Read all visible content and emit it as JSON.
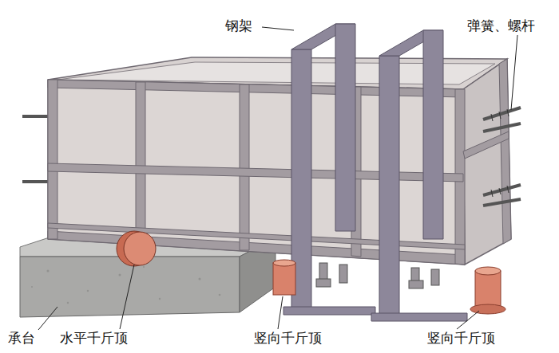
{
  "diagram": {
    "labels": [
      "钢架",
      "弹簧、螺杆",
      "承台",
      "水平千斤顶",
      "竖向千斤顶",
      "竖向千斤顶"
    ]
  }
}
